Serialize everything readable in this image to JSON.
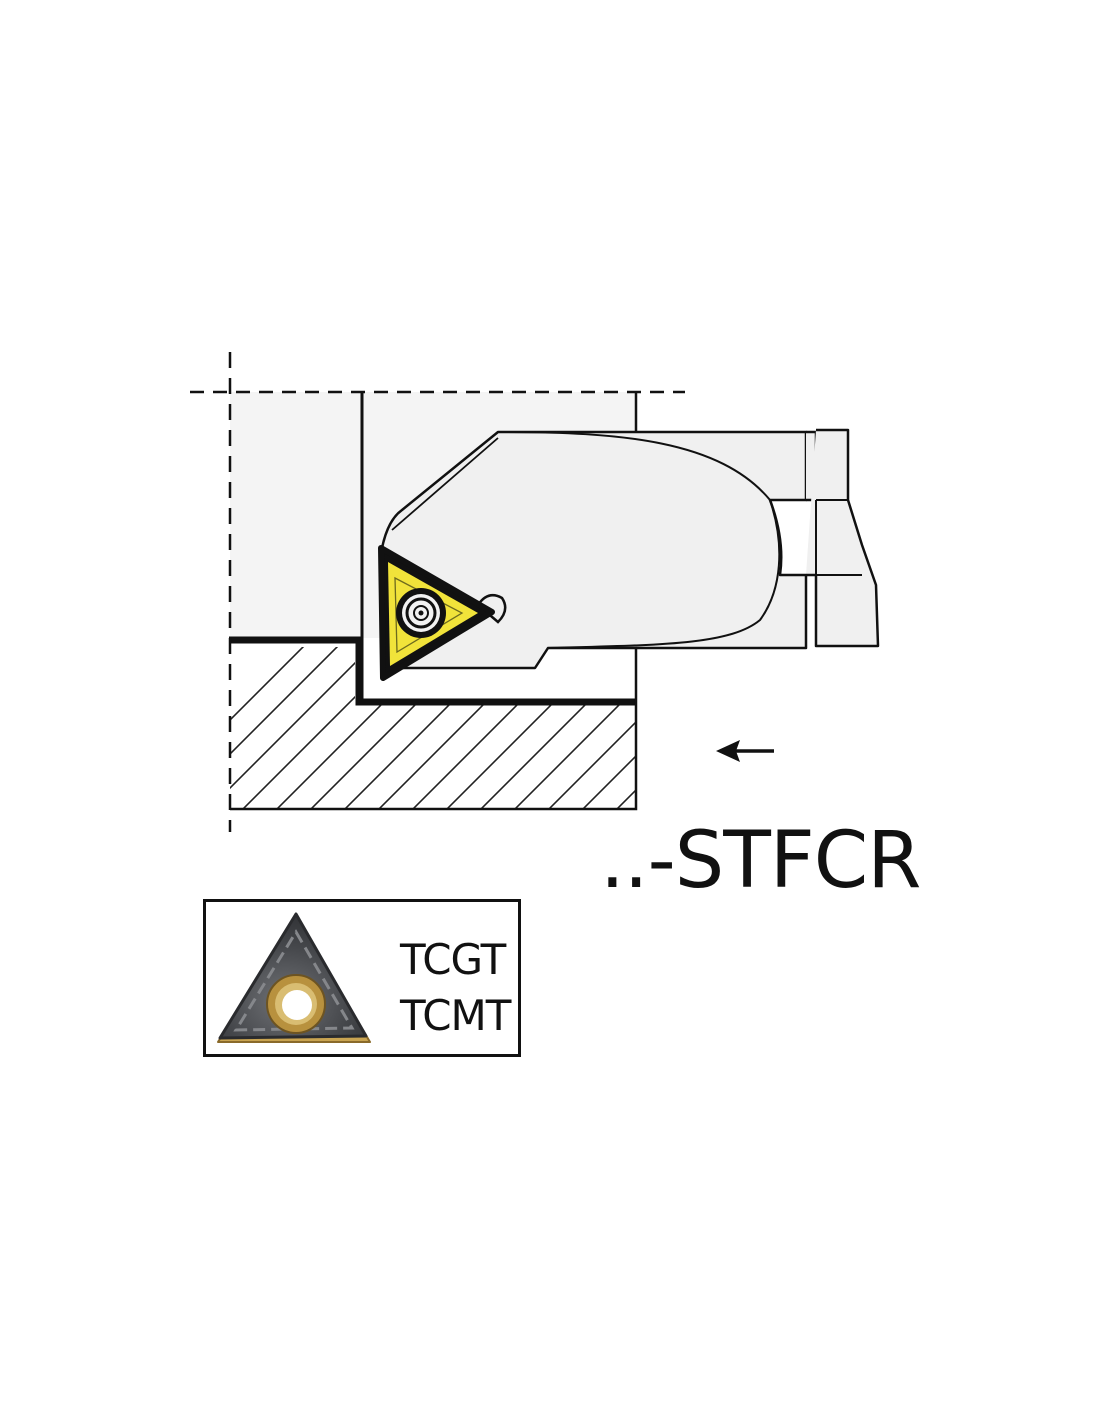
{
  "diagram": {
    "model_code": "..-STFCR",
    "insert_codes": [
      "TCGT",
      "TCMT"
    ],
    "icons": {
      "feed_direction": "arrow-left-icon",
      "insert_screw": "torx-screw-icon"
    },
    "colors": {
      "insert_yellow": "#f1e33a",
      "insert_dark": "#3e4044",
      "insert_gold": "#b8913e",
      "holder_fill": "#f2f2f2",
      "outline": "#111111"
    }
  }
}
